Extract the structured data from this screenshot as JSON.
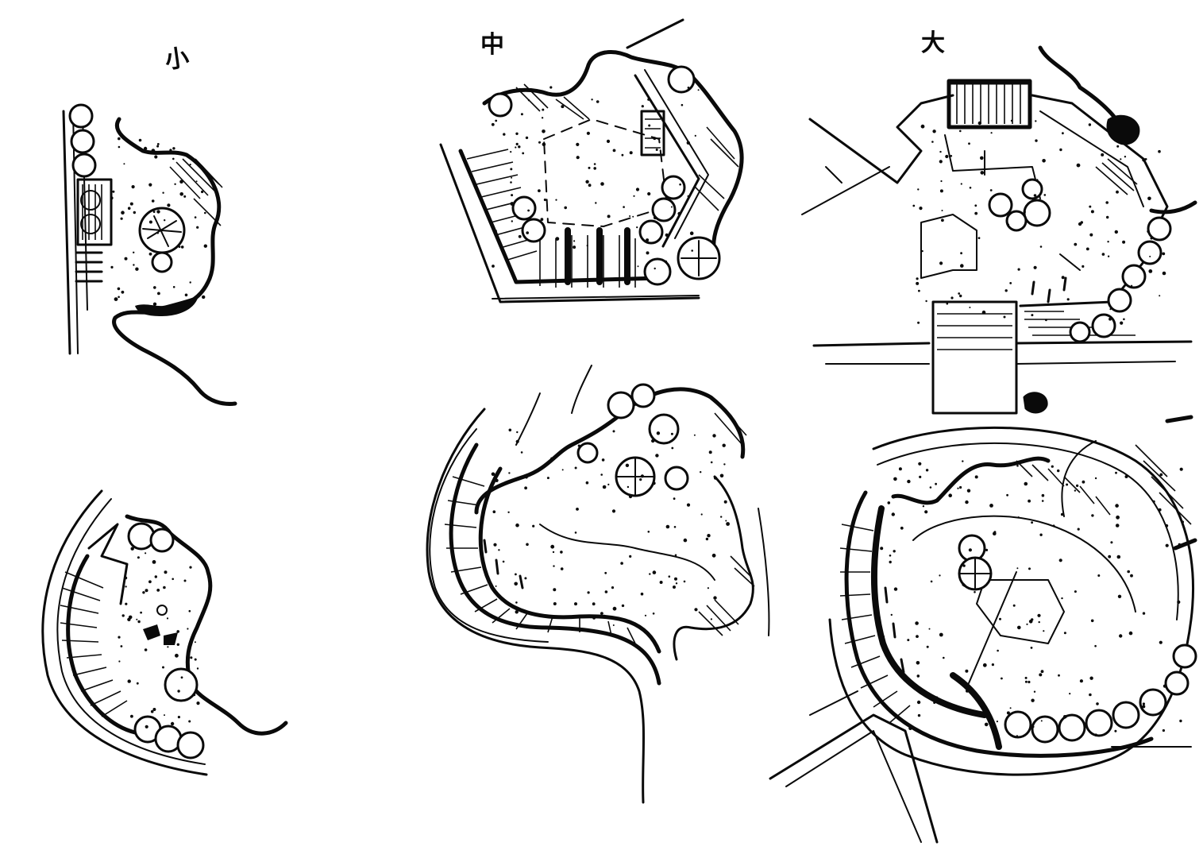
{
  "sheet": {
    "labels": {
      "small": "小",
      "medium": "中",
      "large": "大"
    },
    "ink_color": "#0a0a0a",
    "paper_color": "#ffffff"
  }
}
